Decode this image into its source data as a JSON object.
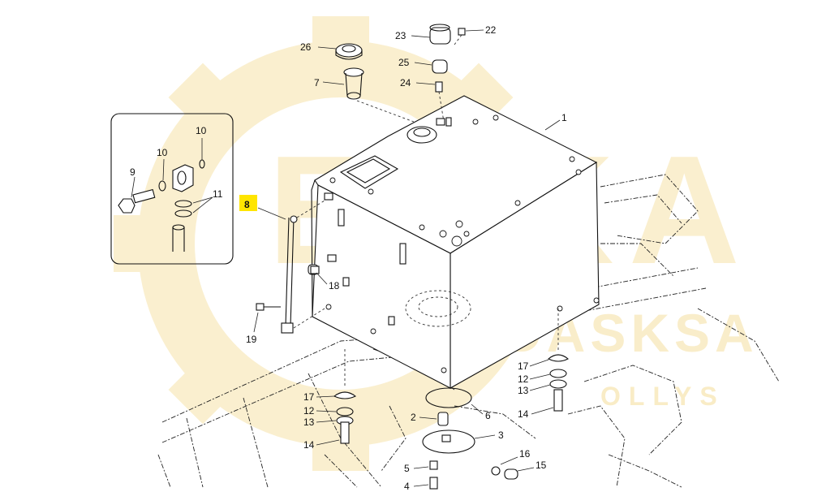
{
  "watermark": {
    "primary": "ESKA",
    "secondary": "DASKSA",
    "tertiary": "OLLYS",
    "color": "#f6e2a8"
  },
  "highlight_color": "#ffe500",
  "callouts": [
    {
      "id": "c1",
      "text": "1"
    },
    {
      "id": "c2",
      "text": "2"
    },
    {
      "id": "c3",
      "text": "3"
    },
    {
      "id": "c4",
      "text": "4"
    },
    {
      "id": "c5",
      "text": "5"
    },
    {
      "id": "c6",
      "text": "6"
    },
    {
      "id": "c7",
      "text": "7"
    },
    {
      "id": "c8",
      "text": "8",
      "highlighted": true
    },
    {
      "id": "c9",
      "text": "9"
    },
    {
      "id": "c10a",
      "text": "10"
    },
    {
      "id": "c10b",
      "text": "10"
    },
    {
      "id": "c11",
      "text": "11"
    },
    {
      "id": "c12a",
      "text": "12"
    },
    {
      "id": "c12b",
      "text": "12"
    },
    {
      "id": "c13a",
      "text": "13"
    },
    {
      "id": "c13b",
      "text": "13"
    },
    {
      "id": "c14a",
      "text": "14"
    },
    {
      "id": "c14b",
      "text": "14"
    },
    {
      "id": "c15",
      "text": "15"
    },
    {
      "id": "c16",
      "text": "16"
    },
    {
      "id": "c17a",
      "text": "17"
    },
    {
      "id": "c17b",
      "text": "17"
    },
    {
      "id": "c18",
      "text": "18"
    },
    {
      "id": "c19",
      "text": "19"
    },
    {
      "id": "c22",
      "text": "22"
    },
    {
      "id": "c23",
      "text": "23"
    },
    {
      "id": "c24",
      "text": "24"
    },
    {
      "id": "c25",
      "text": "25"
    },
    {
      "id": "c26",
      "text": "26"
    }
  ]
}
